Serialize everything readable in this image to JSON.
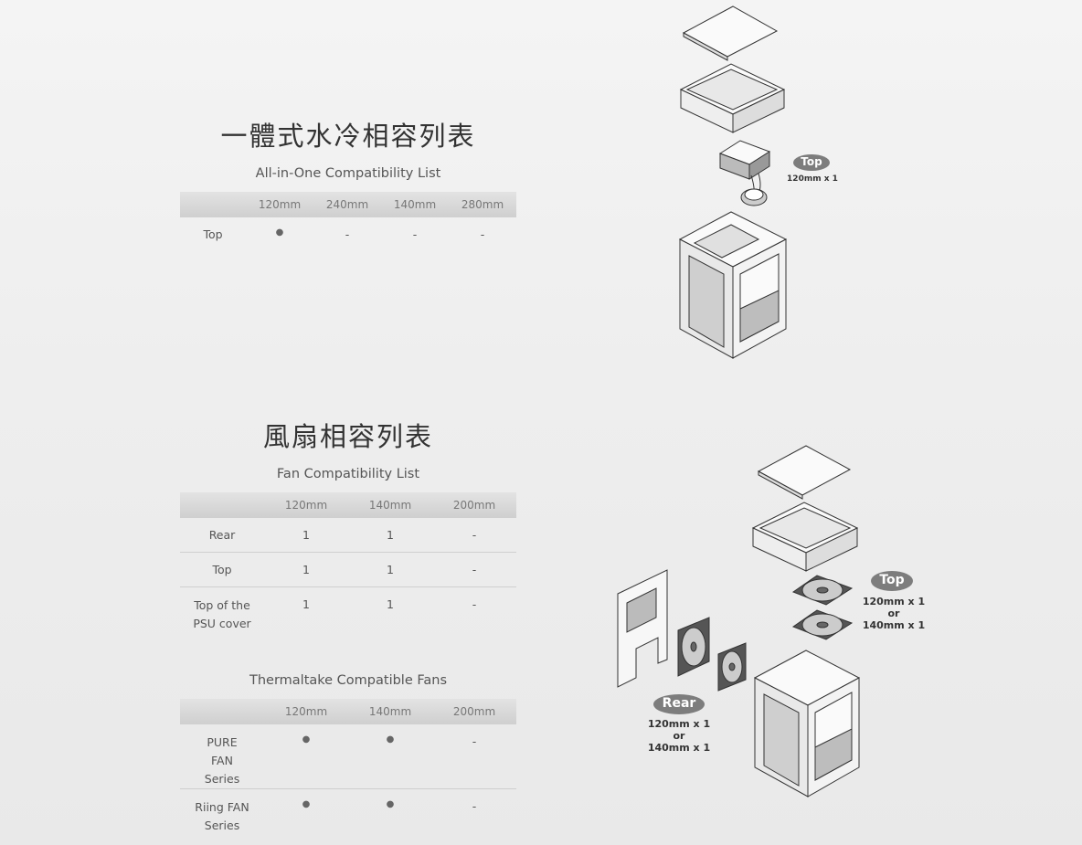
{
  "aio": {
    "title_zh": "一體式水冷相容列表",
    "title_en": "All-in-One Compatibility List",
    "headers": [
      "",
      "120mm",
      "240mm",
      "140mm",
      "280mm"
    ],
    "rows": [
      [
        "Top",
        "●",
        "-",
        "-",
        "-"
      ]
    ],
    "diagram": {
      "badge": "Top",
      "spec": "120mm x 1"
    }
  },
  "fan": {
    "title_zh": "風扇相容列表",
    "title_en": "Fan Compatibility List",
    "headers": [
      "",
      "120mm",
      "140mm",
      "200mm"
    ],
    "rows": [
      [
        "Rear",
        "1",
        "1",
        "-"
      ],
      [
        "Top",
        "1",
        "1",
        "-"
      ],
      [
        "Top of the PSU cover",
        "1",
        "1",
        "-"
      ]
    ]
  },
  "thermaltake": {
    "title_en": "Thermaltake Compatible Fans",
    "headers": [
      "",
      "120mm",
      "140mm",
      "200mm"
    ],
    "rows": [
      [
        "PURE FAN Series",
        "●",
        "●",
        "-"
      ],
      [
        "Riing FAN Series",
        "●",
        "●",
        "-"
      ]
    ]
  },
  "fan_diagram": {
    "top_badge": "Top",
    "top_spec_1": "120mm x 1",
    "top_or": "or",
    "top_spec_2": "140mm x 1",
    "rear_badge": "Rear",
    "rear_spec_1": "120mm x 1",
    "rear_or": "or",
    "rear_spec_2": "140mm x 1"
  }
}
